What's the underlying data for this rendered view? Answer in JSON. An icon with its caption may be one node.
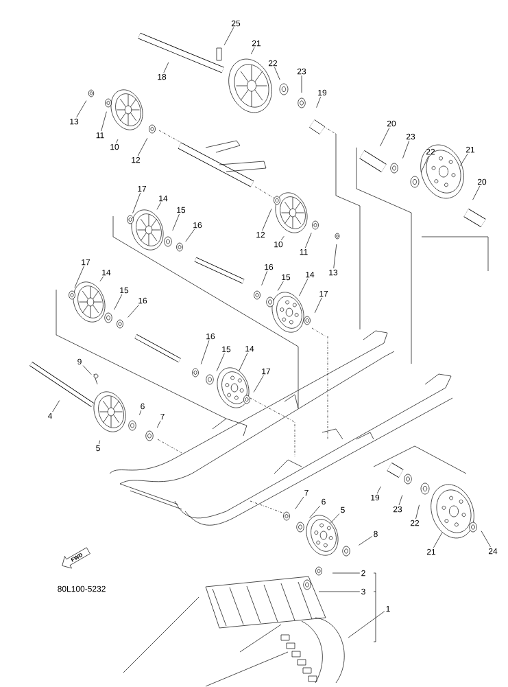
{
  "diagram": {
    "nodes": [
      {
        "text": [
          "25"
        ]
      },
      {
        "text": [
          "21"
        ]
      },
      {
        "text": [
          "18"
        ]
      },
      {
        "text": [
          "22"
        ]
      },
      {
        "text": [
          "23"
        ]
      },
      {
        "text": [
          "19"
        ]
      },
      {
        "text": [
          "13"
        ]
      },
      {
        "text": [
          "11"
        ]
      },
      {
        "text": [
          "10"
        ]
      },
      {
        "text": [
          "12"
        ]
      },
      {
        "text": [
          "20"
        ]
      },
      {
        "text": [
          "23"
        ]
      },
      {
        "text": [
          "22"
        ]
      },
      {
        "text": [
          "21"
        ]
      },
      {
        "text": [
          "20"
        ]
      },
      {
        "text": [
          "17"
        ]
      },
      {
        "text": [
          "14"
        ]
      },
      {
        "text": [
          "15"
        ]
      },
      {
        "text": [
          "16"
        ]
      },
      {
        "text": [
          "12"
        ]
      },
      {
        "text": [
          "10"
        ]
      },
      {
        "text": [
          "11"
        ]
      },
      {
        "text": [
          "13"
        ]
      },
      {
        "text": [
          "16"
        ]
      },
      {
        "text": [
          "15"
        ]
      },
      {
        "text": [
          "14"
        ]
      },
      {
        "text": [
          "17"
        ]
      },
      {
        "text": [
          "17"
        ]
      },
      {
        "text": [
          "14"
        ]
      },
      {
        "text": [
          "15"
        ]
      },
      {
        "text": [
          "16"
        ]
      },
      {
        "text": [
          "16"
        ]
      },
      {
        "text": [
          "15"
        ]
      },
      {
        "text": [
          "14"
        ]
      },
      {
        "text": [
          "17"
        ]
      },
      {
        "text": [
          "9"
        ]
      },
      {
        "text": [
          "4"
        ]
      },
      {
        "text": [
          "6"
        ]
      },
      {
        "text": [
          "7"
        ]
      },
      {
        "text": [
          "5"
        ]
      },
      {
        "text": [
          "19"
        ]
      },
      {
        "text": [
          "23"
        ]
      },
      {
        "text": [
          "22"
        ]
      },
      {
        "text": [
          "21"
        ]
      },
      {
        "text": [
          "24"
        ]
      },
      {
        "text": [
          "7"
        ]
      },
      {
        "text": [
          "6"
        ]
      },
      {
        "text": [
          "5"
        ]
      },
      {
        "text": [
          "8"
        ]
      },
      {
        "text": [
          "FWD"
        ]
      },
      {
        "text": [
          "2"
        ]
      },
      {
        "text": [
          "3"
        ]
      },
      {
        "text": [
          "1"
        ]
      }
    ],
    "edges": [
      {
        "from": 0,
        "to": null,
        "arrow": "none"
      },
      {
        "from": 1,
        "to": null,
        "arrow": "none"
      },
      {
        "from": 2,
        "to": null,
        "arrow": "none"
      },
      {
        "from": 3,
        "to": null,
        "arrow": "none"
      },
      {
        "from": 4,
        "to": null,
        "arrow": "none"
      },
      {
        "from": 5,
        "to": null,
        "arrow": "none"
      },
      {
        "from": 6,
        "to": null,
        "arrow": "none"
      },
      {
        "from": 7,
        "to": null,
        "arrow": "none"
      },
      {
        "from": 8,
        "to": null,
        "arrow": "none"
      },
      {
        "from": 9,
        "to": null,
        "arrow": "none"
      },
      {
        "from": 10,
        "to": null,
        "arrow": "none"
      },
      {
        "from": 11,
        "to": null,
        "arrow": "none"
      },
      {
        "from": 12,
        "to": null,
        "arrow": "none"
      },
      {
        "from": 13,
        "to": null,
        "arrow": "none"
      },
      {
        "from": 14,
        "to": null,
        "arrow": "none"
      },
      {
        "from": 15,
        "to": null,
        "arrow": "none"
      },
      {
        "from": 16,
        "to": null,
        "arrow": "none"
      },
      {
        "from": 17,
        "to": null,
        "arrow": "none"
      },
      {
        "from": 18,
        "to": null,
        "arrow": "none"
      },
      {
        "from": 19,
        "to": null,
        "arrow": "none"
      },
      {
        "from": 20,
        "to": null,
        "arrow": "none"
      },
      {
        "from": 21,
        "to": null,
        "arrow": "none"
      },
      {
        "from": 22,
        "to": null,
        "arrow": "none"
      },
      {
        "from": 23,
        "to": null,
        "arrow": "none"
      },
      {
        "from": 24,
        "to": null,
        "arrow": "none"
      },
      {
        "from": 25,
        "to": null,
        "arrow": "none"
      },
      {
        "from": 26,
        "to": null,
        "arrow": "none"
      },
      {
        "from": 27,
        "to": null,
        "arrow": "none"
      },
      {
        "from": 28,
        "to": null,
        "arrow": "none"
      },
      {
        "from": 29,
        "to": null,
        "arrow": "none"
      },
      {
        "from": 30,
        "to": null,
        "arrow": "none"
      },
      {
        "from": 31,
        "to": null,
        "arrow": "none"
      },
      {
        "from": 32,
        "to": null,
        "arrow": "none"
      },
      {
        "from": 33,
        "to": null,
        "arrow": "none"
      },
      {
        "from": 34,
        "to": null,
        "arrow": "none"
      },
      {
        "from": 35,
        "to": null,
        "arrow": "none"
      },
      {
        "from": 36,
        "to": null,
        "arrow": "none"
      },
      {
        "from": 37,
        "to": null,
        "arrow": "none"
      },
      {
        "from": 38,
        "to": null,
        "arrow": "none"
      },
      {
        "from": 39,
        "to": null,
        "arrow": "none"
      },
      {
        "from": 40,
        "to": null,
        "arrow": "none"
      },
      {
        "from": 41,
        "to": null,
        "arrow": "none"
      },
      {
        "from": 42,
        "to": null,
        "arrow": "none"
      },
      {
        "from": 43,
        "to": null,
        "arrow": "none"
      },
      {
        "from": 44,
        "to": null,
        "arrow": "none"
      },
      {
        "from": 45,
        "to": null,
        "arrow": "none"
      },
      {
        "from": 46,
        "to": null,
        "arrow": "none"
      },
      {
        "from": 47,
        "to": null,
        "arrow": "none"
      },
      {
        "from": 48,
        "to": null,
        "arrow": "none"
      },
      {
        "from": 50,
        "to": null,
        "arrow": "none"
      },
      {
        "from": 51,
        "to": null,
        "arrow": "none"
      },
      {
        "from": 52,
        "to": null,
        "arrow": "none"
      }
    ],
    "labels": [
      "80L100-5232"
    ]
  }
}
